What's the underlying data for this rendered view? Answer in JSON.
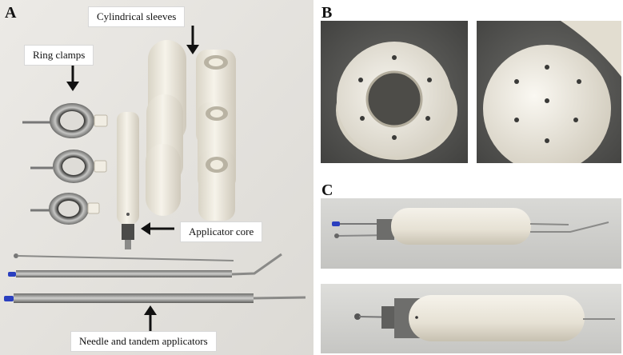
{
  "panels": {
    "a": {
      "letter": "A",
      "labels": {
        "cylindrical_sleeves": "Cylindrical sleeves",
        "ring_clamps": "Ring clamps",
        "applicator_core": "Applicator core",
        "needle_tandem": "Needle and tandem applicators"
      }
    },
    "b": {
      "letter": "B"
    },
    "c": {
      "letter": "C"
    }
  },
  "colors": {
    "background": "#ffffff",
    "photo_bg_a": "#e9e7e3",
    "photo_bg_b": "#5a5a58",
    "photo_bg_c": "#d3d3d0",
    "sleeve": "#efebe0",
    "metal": "#a8a8a6",
    "blue_tip": "#2a3fbf"
  }
}
